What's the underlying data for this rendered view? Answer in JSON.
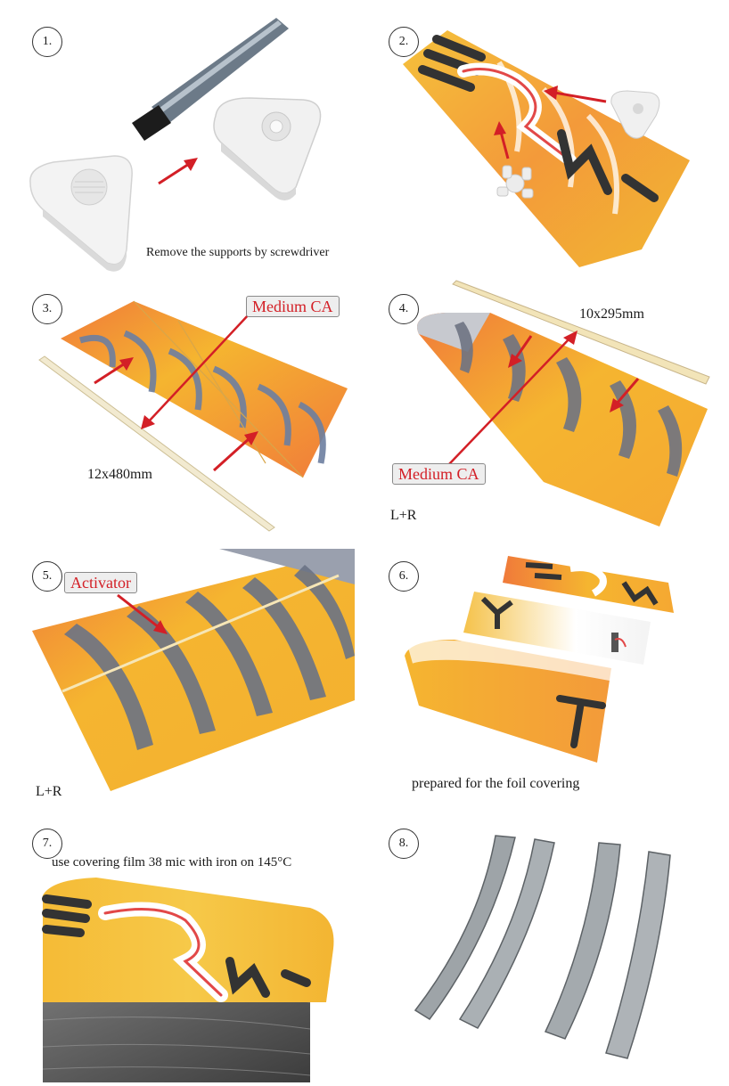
{
  "steps": [
    {
      "number": "1.",
      "caption": "Remove the supports by screwdriver"
    },
    {
      "number": "2."
    },
    {
      "number": "3.",
      "callout": "Medium CA",
      "dimension": "12x480mm"
    },
    {
      "number": "4.",
      "callout": "Medium CA",
      "dimension": "10x295mm",
      "note": "L+R"
    },
    {
      "number": "5.",
      "callout": "Activator",
      "note": "L+R"
    },
    {
      "number": "6.",
      "caption": "prepared for the foil covering"
    },
    {
      "number": "7.",
      "caption": "use covering film 38 mic with iron on 145°C"
    },
    {
      "number": "8."
    }
  ],
  "colors": {
    "arrow": "#d31f26",
    "wing_yellow": "#f5b530",
    "wing_orange": "#f07a3a",
    "stripe_gray": "#7d8596",
    "logo_dark": "#3a3a3a"
  }
}
